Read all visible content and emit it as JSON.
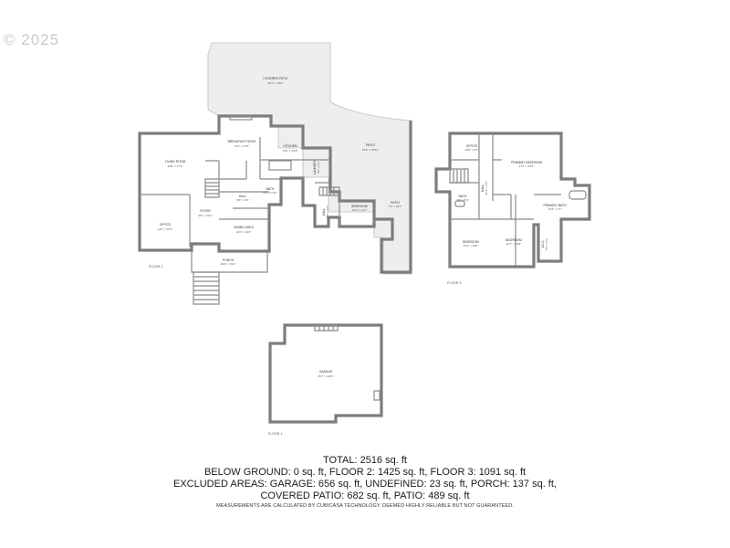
{
  "watermark": "© 2025",
  "floors": {
    "floor1": {
      "label": "FLOOR 1",
      "rooms": [
        {
          "name": "GARAGE",
          "dims": "25'7\" x 24'9\""
        }
      ]
    },
    "floor2": {
      "label": "FLOOR 2",
      "rooms": [
        {
          "name": "COVERED PATIO",
          "dims": "39'1\" x 23'0\""
        },
        {
          "name": "BREAKFAST NOOK",
          "dims": "11'2\" x 17'8\""
        },
        {
          "name": "KITCHEN",
          "dims": "14'0\" x 12'8\""
        },
        {
          "name": "LIVING ROOM",
          "dims": "24'0\" x 17'1\""
        },
        {
          "name": "PATIO",
          "dims": "15'6\" x 25'11\""
        },
        {
          "name": "LAUNDRY",
          "dims": "8'1\" x 6'1\""
        },
        {
          "name": "BATH",
          "dims": "5'9\" x 4'11\""
        },
        {
          "name": "HALL",
          "dims": "9'0\" x 3'0\""
        },
        {
          "name": "OFFICE",
          "dims": "12'0\" x 10'4\""
        },
        {
          "name": "FOYER",
          "dims": "9'6\" x 10'4\""
        },
        {
          "name": "DINING AREA",
          "dims": "12'0\" x 12'2\""
        },
        {
          "name": "HALL",
          "dims": "7'6\" x 3'4\""
        },
        {
          "name": "BEDROOM",
          "dims": "12'0\" x 11'7\""
        },
        {
          "name": "PATIO",
          "dims": "7'2\" x 20'1\""
        },
        {
          "name": "PORCH",
          "dims": "19'2\" x 15'2\""
        }
      ]
    },
    "floor3": {
      "label": "FLOOR 3",
      "rooms": [
        {
          "name": "OFFICE",
          "dims": "10'8\" x 8'1\""
        },
        {
          "name": "PRIMARY BEDROOM",
          "dims": "17'4\" x 16'1\""
        },
        {
          "name": "HALL",
          "dims": "20'1\" x 3'6\""
        },
        {
          "name": "BATH",
          "dims": "7'0\" x 8'4\""
        },
        {
          "name": "PRIMARY BATH",
          "dims": "10'4\" x 7'7\""
        },
        {
          "name": "BEDROOM",
          "dims": "11'3\" x 13'8\""
        },
        {
          "name": "BEDROOM",
          "dims": "11'7\" x 13'8\""
        },
        {
          "name": "W.I.C.",
          "dims": "5'1\" x 5'1\""
        }
      ]
    }
  },
  "summary": {
    "line1": "TOTAL: 2516 sq. ft",
    "line2": "BELOW GROUND: 0 sq. ft, FLOOR 2: 1425 sq. ft, FLOOR 3: 1091 sq. ft",
    "line3": "EXCLUDED AREAS: GARAGE: 656 sq. ft, UNDEFINED: 23 sq. ft, PORCH: 137 sq. ft,",
    "line4": "COVERED PATIO: 682 sq. ft, PATIO: 489 sq. ft",
    "disclaimer": "MEASUREMENTS ARE CALCULATED BY CUBICASA TECHNOLOGY. DEEMED HIGHLY RELIABLE BUT NOT GUARANTEED."
  }
}
